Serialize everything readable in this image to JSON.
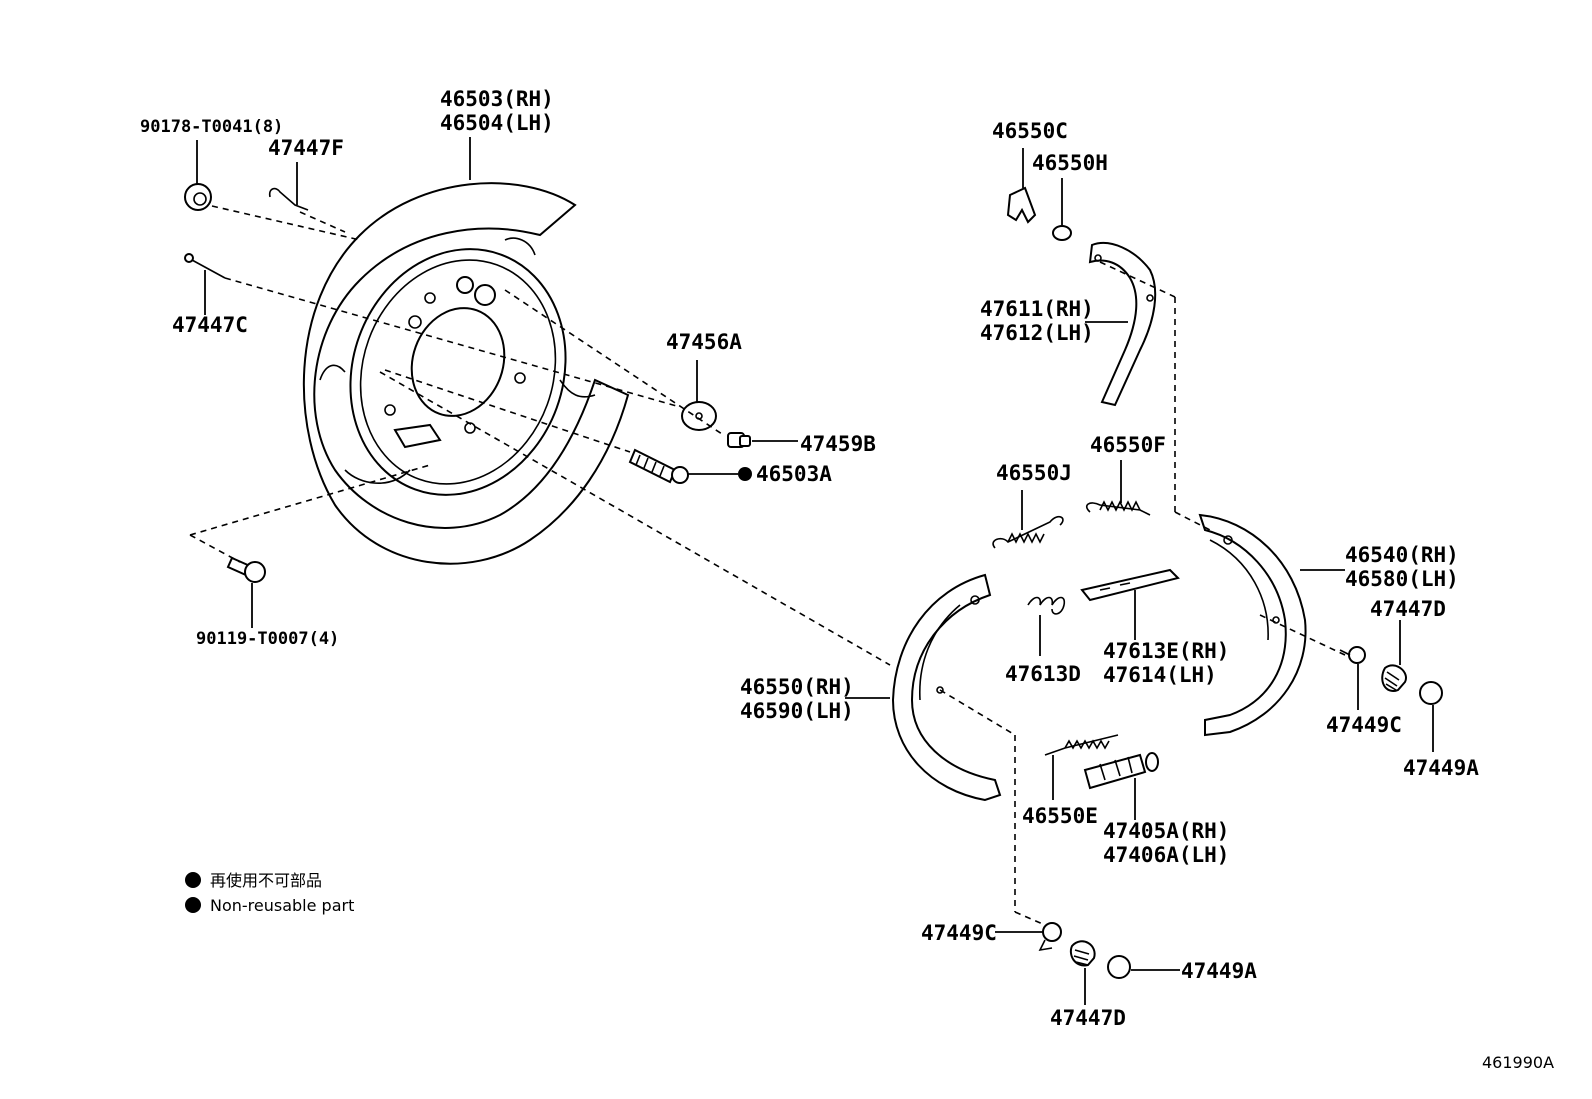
{
  "labels": {
    "bolt_9017": "90178-T0041(8)",
    "pin_47447F": "47447F",
    "plate_rh": "46503(RH)",
    "plate_lh": "46504(LH)",
    "pin_47447C": "47447C",
    "washer_47456A": "47456A",
    "cap_47459B": "47459B",
    "plug_46503A": "46503A",
    "bolt_90119": "90119-T0007(4)",
    "clip_46550C": "46550C",
    "washer_46550H": "46550H",
    "lever_rh": "47611(RH)",
    "lever_lh": "47612(LH)",
    "spring_46550J": "46550J",
    "spring_46550F": "46550F",
    "shoe_front_rh": "46540(RH)",
    "shoe_front_lh": "46580(LH)",
    "spring_47447D_top": "47447D",
    "strut_rh": "47613E(RH)",
    "strut_lh": "47614(LH)",
    "spring_47613D": "47613D",
    "shoe_rear_rh": "46550(RH)",
    "shoe_rear_lh": "46590(LH)",
    "pin_47449C_top": "47449C",
    "cup_47449A_top": "47449A",
    "spring_46550E": "46550E",
    "adjuster_rh": "47405A(RH)",
    "adjuster_lh": "47406A(LH)",
    "pin_47449C_bottom": "47449C",
    "cup_47449A_bottom": "47449A",
    "spring_47447D_bottom": "47447D"
  },
  "legend": {
    "japanese": "再使用不可部品",
    "english": "Non-reusable part"
  },
  "figure_ref": "461990A",
  "icons": {
    "legend_marker": "filled-circle",
    "non_reusable_marker": "filled-circle"
  }
}
